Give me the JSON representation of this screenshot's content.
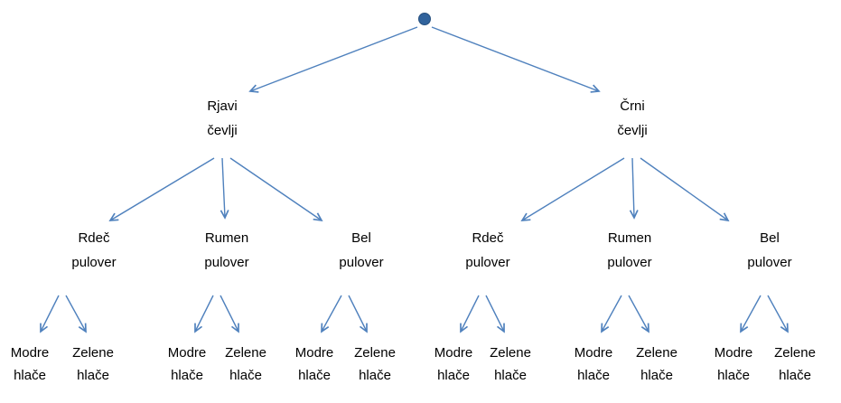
{
  "diagram": {
    "type": "tree",
    "level1": [
      {
        "line1": "Rjavi",
        "line2": "čevlji"
      },
      {
        "line1": "Črni",
        "line2": "čevlji"
      }
    ],
    "level2": [
      {
        "line1": "Rdeč",
        "line2": "pulover"
      },
      {
        "line1": "Rumen",
        "line2": "pulover"
      },
      {
        "line1": "Bel",
        "line2": "pulover"
      },
      {
        "line1": "Rdeč",
        "line2": "pulover"
      },
      {
        "line1": "Rumen",
        "line2": "pulover"
      },
      {
        "line1": "Bel",
        "line2": "pulover"
      }
    ],
    "level3": [
      {
        "line1": "Modre",
        "line2": "hlače"
      },
      {
        "line1": "Zelene",
        "line2": "hlače"
      },
      {
        "line1": "Modre",
        "line2": "hlače"
      },
      {
        "line1": "Zelene",
        "line2": "hlače"
      },
      {
        "line1": "Modre",
        "line2": "hlače"
      },
      {
        "line1": "Zelene",
        "line2": "hlače"
      },
      {
        "line1": "Modre",
        "line2": "hlače"
      },
      {
        "line1": "Zelene",
        "line2": "hlače"
      },
      {
        "line1": "Modre",
        "line2": "hlače"
      },
      {
        "line1": "Zelene",
        "line2": "hlače"
      },
      {
        "line1": "Modre",
        "line2": "hlače"
      },
      {
        "line1": "Zelene",
        "line2": "hlače"
      }
    ],
    "colors": {
      "arrow": "#4f81bd",
      "dot_fill": "#31639c",
      "dot_stroke": "#27507e",
      "text": "#000000"
    }
  }
}
